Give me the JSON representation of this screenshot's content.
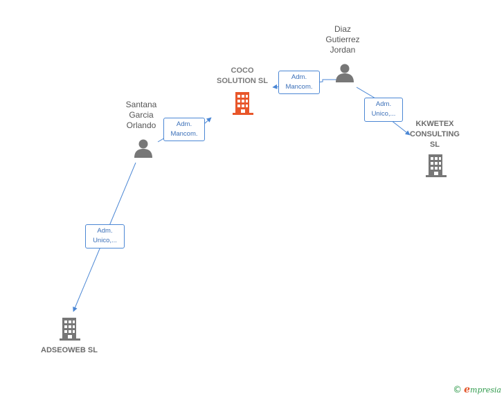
{
  "nodes": {
    "coco": {
      "lines": [
        "COCO",
        "SOLUTION  SL"
      ],
      "type": "company",
      "color": "#e8562a"
    },
    "diaz": {
      "lines": [
        "Diaz",
        "Gutierrez",
        "Jordan"
      ],
      "type": "person",
      "color": "#777777"
    },
    "santana": {
      "lines": [
        "Santana",
        "Garcia",
        "Orlando"
      ],
      "type": "person",
      "color": "#777777"
    },
    "kkwetex": {
      "lines": [
        "KKWETEX",
        "CONSULTING",
        "SL"
      ],
      "type": "company",
      "color": "#777777"
    },
    "adseoweb": {
      "lines": [
        "ADSEOWEB  SL"
      ],
      "type": "company",
      "color": "#777777"
    }
  },
  "edges": {
    "diaz_coco": {
      "lines": [
        "Adm.",
        "Mancom."
      ]
    },
    "santana_coco": {
      "lines": [
        "Adm.",
        "Mancom."
      ]
    },
    "diaz_kkwetex": {
      "lines": [
        "Adm.",
        "Unico,..."
      ]
    },
    "santana_adseoweb": {
      "lines": [
        "Adm.",
        "Unico,..."
      ]
    }
  },
  "colors": {
    "edge": "#4a86d4",
    "accent": "#e8562a",
    "icon": "#777777"
  },
  "footer": {
    "copyright": "©",
    "brand_initial": "e",
    "brand_rest": "mpresia"
  }
}
